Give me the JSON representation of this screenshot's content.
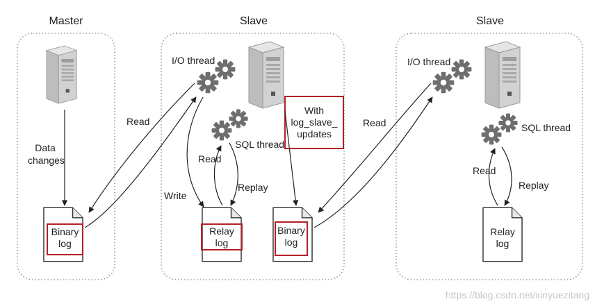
{
  "master": {
    "title": "Master",
    "data_changes": "Data\nchanges",
    "binary_log": "Binary\nlog"
  },
  "slave1": {
    "title": "Slave",
    "io_thread": "I/O thread",
    "sql_thread": "SQL thread",
    "read_master": "Read",
    "write": "Write",
    "read_relay": "Read",
    "replay": "Replay",
    "relay_log": "Relay\nlog",
    "binary_log": "Binary\nlog",
    "note": "With\nlog_slave_\nupdates"
  },
  "slave2": {
    "title": "Slave",
    "io_thread": "I/O thread",
    "sql_thread": "SQL thread",
    "read_slave": "Read",
    "read_relay": "Read",
    "replay": "Replay",
    "relay_log": "Relay\nlog"
  },
  "watermark": "https://blog.csdn.net/xinyuezitang",
  "colors": {
    "highlight": "#b32025",
    "box_border": "#9a9a9a",
    "gear": "#6f6f6f",
    "server_dark": "#8e8e8e",
    "server_light": "#d9d9d9"
  }
}
